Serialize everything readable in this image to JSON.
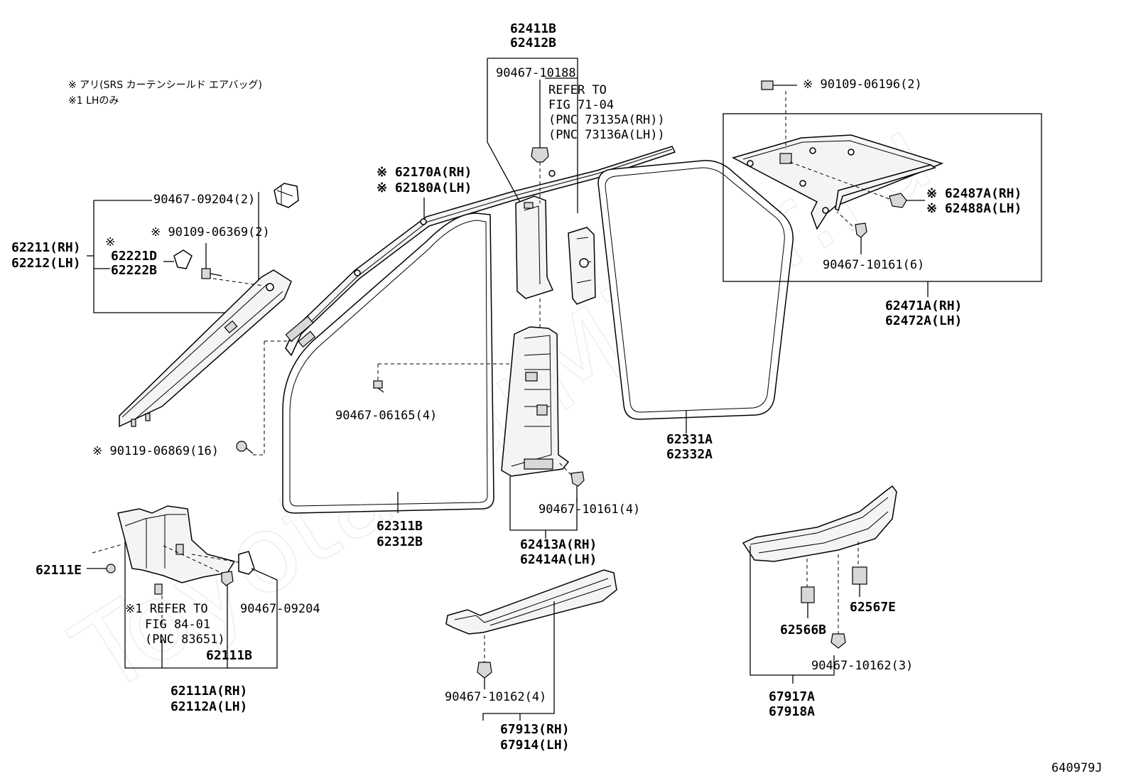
{
  "watermark": "ToyotaCarMirror.ru",
  "diagram_id": "640979J",
  "notes": [
    "※  アリ(SRS カーテンシールド エアバッグ)",
    "※1 LHのみ"
  ],
  "labels": {
    "p62411B": "62411B",
    "p62412B": "62412B",
    "p9046710188": "90467-10188",
    "refer7104_1": "REFER TO",
    "refer7104_2": "FIG 71-04",
    "refer7104_3": "(PNC 73135A(RH))",
    "refer7104_4": "(PNC 73136A(LH))",
    "p9010906196": "※ 90109-06196(2)",
    "p62170A": "※ 62170A(RH)",
    "p62180A": "※ 62180A(LH)",
    "p9046709204_2": "90467-09204(2)",
    "p9010906369": "※ 90109-06369(2)",
    "p62211": "62211(RH)",
    "p62212": "62212(LH)",
    "mark_62221D": "※",
    "p62221D": "62221D",
    "p62222B": "62222B",
    "p62487A": "※ 62487A(RH)",
    "p62488A": "※ 62488A(LH)",
    "p9046710161_6": "90467-10161(6)",
    "p62471A": "62471A(RH)",
    "p62472A": "62472A(LH)",
    "p9046706165": "90467-06165(4)",
    "p9011906869": "※ 90119-06869(16)",
    "p62331A": "62331A",
    "p62332A": "62332A",
    "p9046710161_4": "90467-10161(4)",
    "p62311B": "62311B",
    "p62312B": "62312B",
    "p62413A": "62413A(RH)",
    "p62414A": "62414A(LH)",
    "p62111E": "62111E",
    "refer8401_1": "※1 REFER TO",
    "refer8401_2": "FIG 84-01",
    "refer8401_3": "(PNC 83651)",
    "p9046709204": "90467-09204",
    "p62111B": "62111B",
    "p62111A": "62111A(RH)",
    "p62112A": "62112A(LH)",
    "p62567E": "62567E",
    "p62566B": "62566B",
    "p9046710162_3": "90467-10162(3)",
    "p67917A": "67917A",
    "p67918A": "67918A",
    "p9046710162_4": "90467-10162(4)",
    "p67913": "67913(RH)",
    "p67914": "67914(LH)"
  }
}
